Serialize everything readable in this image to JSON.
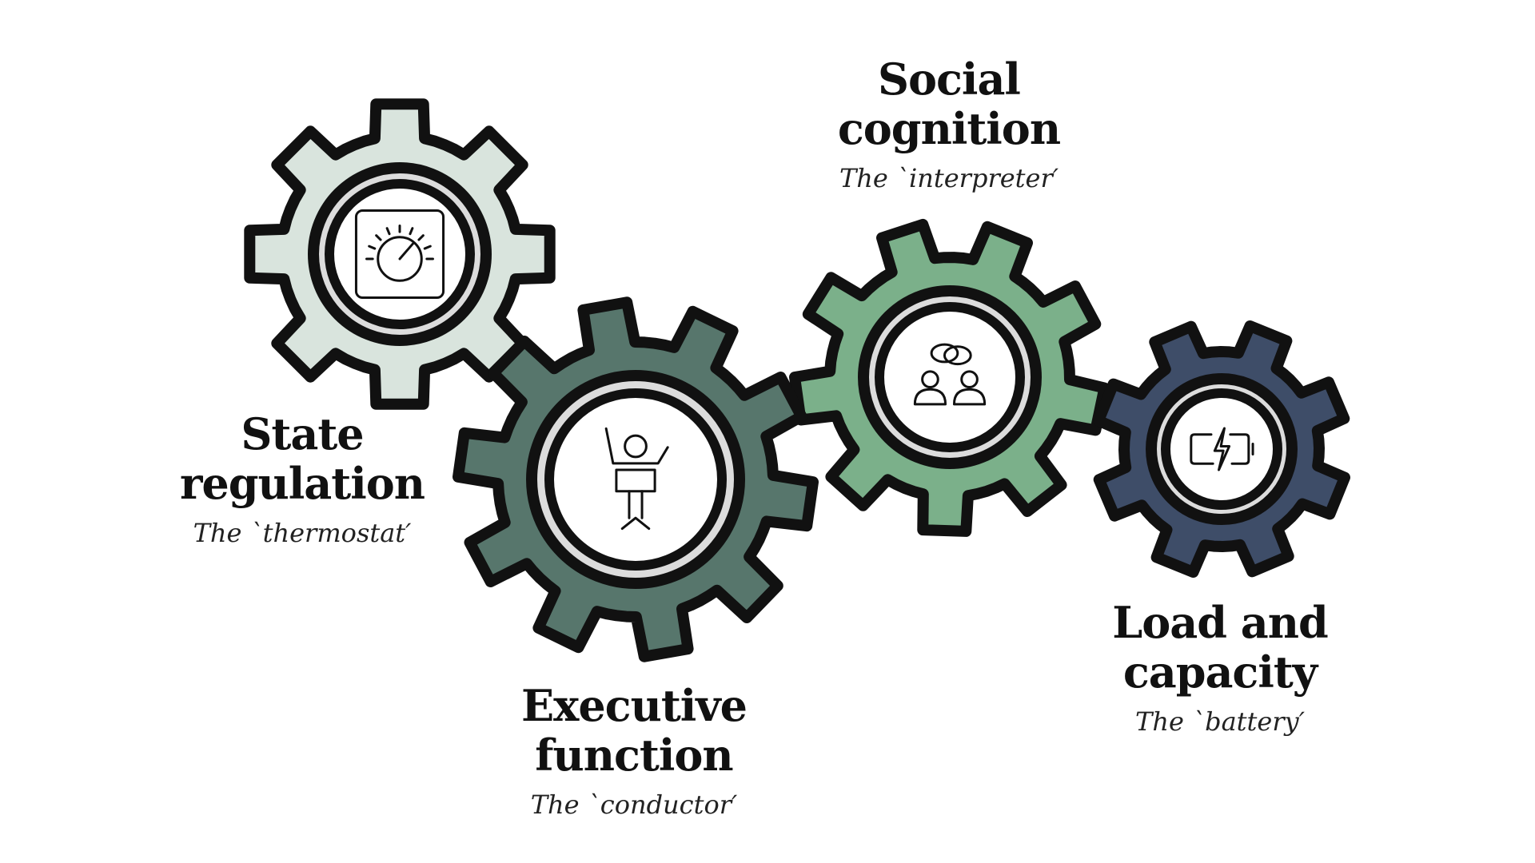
{
  "gears": [
    {
      "id": "state-regulation",
      "title_line1": "State",
      "title_line2": "regulation",
      "subtitle": "The `thermostat′",
      "fill": "#d9e4dd",
      "icon": "gauge-icon"
    },
    {
      "id": "executive-function",
      "title_line1": "Executive",
      "title_line2": "function",
      "subtitle": "The `conductor′",
      "fill": "#57766c",
      "icon": "conductor-icon"
    },
    {
      "id": "social-cognition",
      "title_line1": "Social",
      "title_line2": "cognition",
      "subtitle": "The `interpreter′",
      "fill": "#7bb08a",
      "icon": "conversation-icon"
    },
    {
      "id": "load-and-capacity",
      "title_line1": "Load and",
      "title_line2": "capacity",
      "subtitle": "The `battery′",
      "fill": "#3e4d68",
      "icon": "battery-icon"
    }
  ],
  "colors": {
    "outline": "#111111",
    "ring": "#dcdcdc",
    "hub": "#ffffff"
  }
}
